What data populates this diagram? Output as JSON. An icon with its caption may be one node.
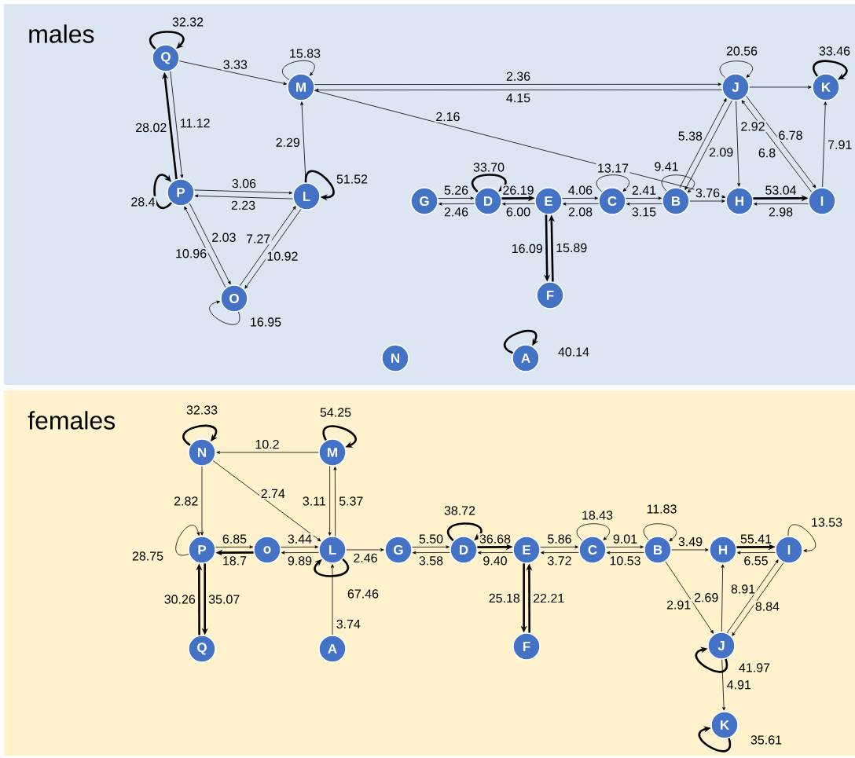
{
  "diagram": {
    "nodes": [
      {
        "text": [
          "males"
        ]
      },
      {
        "text": [
          "Q"
        ],
        "in": 0
      },
      {
        "text": [
          "M"
        ],
        "in": 0
      },
      {
        "text": [
          "J"
        ],
        "in": 0
      },
      {
        "text": [
          "K"
        ],
        "in": 0
      },
      {
        "text": [
          "P"
        ],
        "in": 0
      },
      {
        "text": [
          "L"
        ],
        "in": 0
      },
      {
        "text": [
          "G"
        ],
        "in": 0
      },
      {
        "text": [
          "D"
        ],
        "in": 0
      },
      {
        "text": [
          "E"
        ],
        "in": 0
      },
      {
        "text": [
          "C"
        ],
        "in": 0
      },
      {
        "text": [
          "B"
        ],
        "in": 0
      },
      {
        "text": [
          "H"
        ],
        "in": 0
      },
      {
        "text": [
          "I"
        ],
        "in": 0
      },
      {
        "text": [
          "O"
        ],
        "in": 0
      },
      {
        "text": [
          "F"
        ],
        "in": 0
      },
      {
        "text": [
          "N"
        ],
        "in": 0
      },
      {
        "text": [
          "A"
        ],
        "in": 0
      },
      {
        "text": [
          "females"
        ]
      },
      {
        "text": [
          "N"
        ],
        "in": 18
      },
      {
        "text": [
          "M"
        ],
        "in": 18
      },
      {
        "text": [
          "P"
        ],
        "in": 18
      },
      {
        "text": [
          "o"
        ],
        "in": 18
      },
      {
        "text": [
          "L"
        ],
        "in": 18
      },
      {
        "text": [
          "G"
        ],
        "in": 18
      },
      {
        "text": [
          "D"
        ],
        "in": 18
      },
      {
        "text": [
          "E"
        ],
        "in": 18
      },
      {
        "text": [
          "C"
        ],
        "in": 18
      },
      {
        "text": [
          "B"
        ],
        "in": 18
      },
      {
        "text": [
          "H"
        ],
        "in": 18
      },
      {
        "text": [
          "I"
        ],
        "in": 18
      },
      {
        "text": [
          "Q"
        ],
        "in": 18
      },
      {
        "text": [
          "A"
        ],
        "in": 18
      },
      {
        "text": [
          "F"
        ],
        "in": 18
      },
      {
        "text": [
          "J"
        ],
        "in": 18
      },
      {
        "text": [
          "K"
        ],
        "in": 18
      }
    ],
    "edges": [
      {
        "from": 1,
        "to": 1,
        "arrow": "to",
        "label": "32.32",
        "style": "thick"
      },
      {
        "from": 1,
        "to": 2,
        "arrow": "to",
        "label": "3.33"
      },
      {
        "from": 2,
        "to": 2,
        "arrow": "to",
        "label": "15.83"
      },
      {
        "from": 2,
        "to": 3,
        "arrow": "to",
        "label": "2.36"
      },
      {
        "from": 3,
        "to": 2,
        "arrow": "to",
        "label": "4.15"
      },
      {
        "from": 2,
        "to": 12,
        "arrow": "to",
        "label": "2.16"
      },
      {
        "from": 5,
        "to": 1,
        "arrow": "to",
        "label": "28.02",
        "style": "thick"
      },
      {
        "from": 1,
        "to": 5,
        "arrow": "to",
        "label": "11.12"
      },
      {
        "from": 5,
        "to": 5,
        "arrow": "to",
        "label": "28.4",
        "style": "thick"
      },
      {
        "from": 5,
        "to": 6,
        "arrow": "to",
        "label": "3.06"
      },
      {
        "from": 6,
        "to": 5,
        "arrow": "to",
        "label": "2.23"
      },
      {
        "from": 6,
        "to": 6,
        "arrow": "to",
        "label": "51.52",
        "style": "thick"
      },
      {
        "from": 6,
        "to": 2,
        "arrow": "to",
        "label": "2.29"
      },
      {
        "from": 5,
        "to": 14,
        "arrow": "to",
        "label": "2.03"
      },
      {
        "from": 14,
        "to": 5,
        "arrow": "to",
        "label": "10.96"
      },
      {
        "from": 14,
        "to": 6,
        "arrow": "to",
        "label": "7.27"
      },
      {
        "from": 6,
        "to": 14,
        "arrow": "to",
        "label": "10.92"
      },
      {
        "from": 14,
        "to": 14,
        "arrow": "to",
        "label": "16.95"
      },
      {
        "from": 7,
        "to": 8,
        "arrow": "to",
        "label": "5.26"
      },
      {
        "from": 8,
        "to": 7,
        "arrow": "to",
        "label": "2.46"
      },
      {
        "from": 8,
        "to": 8,
        "arrow": "to",
        "label": "33.70",
        "style": "thick"
      },
      {
        "from": 8,
        "to": 9,
        "arrow": "to",
        "label": "26.19",
        "style": "thick"
      },
      {
        "from": 9,
        "to": 8,
        "arrow": "to",
        "label": "6.00"
      },
      {
        "from": 9,
        "to": 10,
        "arrow": "to",
        "label": "4.06"
      },
      {
        "from": 10,
        "to": 9,
        "arrow": "to",
        "label": "2.08"
      },
      {
        "from": 10,
        "to": 10,
        "arrow": "to",
        "label": "13.17"
      },
      {
        "from": 10,
        "to": 11,
        "arrow": "to",
        "label": "2.41"
      },
      {
        "from": 11,
        "to": 10,
        "arrow": "to",
        "label": "3.15"
      },
      {
        "from": 11,
        "to": 11,
        "arrow": "to",
        "label": "9.41"
      },
      {
        "from": 11,
        "to": 12,
        "arrow": "to",
        "label": "3.76"
      },
      {
        "from": 12,
        "to": 13,
        "arrow": "to",
        "label": "53.04",
        "style": "thick"
      },
      {
        "from": 13,
        "to": 12,
        "arrow": "to",
        "label": "2.98"
      },
      {
        "from": 11,
        "to": 3,
        "arrow": "to",
        "label": "5.38"
      },
      {
        "from": 3,
        "to": 11,
        "arrow": "to",
        "label": "2.09"
      },
      {
        "from": 3,
        "to": 12,
        "arrow": "to",
        "label": "2.92"
      },
      {
        "from": 3,
        "to": 13,
        "arrow": "to",
        "label": "6.78"
      },
      {
        "from": 13,
        "to": 3,
        "arrow": "to",
        "label": "6.8"
      },
      {
        "from": 3,
        "to": 3,
        "arrow": "to",
        "label": "20.56"
      },
      {
        "from": 3,
        "to": 4,
        "arrow": "to"
      },
      {
        "from": 4,
        "to": 4,
        "arrow": "to",
        "label": "33.46",
        "style": "thick"
      },
      {
        "from": 13,
        "to": 4,
        "arrow": "to",
        "label": "7.91"
      },
      {
        "from": 9,
        "to": 15,
        "arrow": "to",
        "label": "16.09",
        "style": "thick"
      },
      {
        "from": 15,
        "to": 9,
        "arrow": "to",
        "label": "15.89",
        "style": "thick"
      },
      {
        "from": 17,
        "to": 17,
        "arrow": "to",
        "label": "40.14",
        "style": "thick"
      },
      {
        "from": 19,
        "to": 19,
        "arrow": "to",
        "label": "32.33",
        "style": "thick"
      },
      {
        "from": 20,
        "to": 20,
        "arrow": "to",
        "label": "54.25",
        "style": "thick"
      },
      {
        "from": 20,
        "to": 19,
        "arrow": "to",
        "label": "10.2"
      },
      {
        "from": 19,
        "to": 21,
        "arrow": "to",
        "label": "2.82"
      },
      {
        "from": 19,
        "to": 23,
        "arrow": "to",
        "label": "2.74"
      },
      {
        "from": 20,
        "to": 23,
        "arrow": "to",
        "label": "3.11"
      },
      {
        "from": 23,
        "to": 20,
        "arrow": "to",
        "label": "5.37"
      },
      {
        "from": 21,
        "to": 21,
        "arrow": "to",
        "label": "28.75"
      },
      {
        "from": 21,
        "to": 22,
        "arrow": "to",
        "label": "6.85"
      },
      {
        "from": 22,
        "to": 21,
        "arrow": "to",
        "label": "18.7",
        "style": "thick"
      },
      {
        "from": 22,
        "to": 23,
        "arrow": "to",
        "label": "3.44"
      },
      {
        "from": 23,
        "to": 22,
        "arrow": "to",
        "label": "9.89"
      },
      {
        "from": 23,
        "to": 23,
        "arrow": "to",
        "label": "67.46",
        "style": "thick"
      },
      {
        "from": 23,
        "to": 24,
        "arrow": "to",
        "label": "2.46"
      },
      {
        "from": 32,
        "to": 23,
        "arrow": "to",
        "label": "3.74"
      },
      {
        "from": 31,
        "to": 21,
        "arrow": "to",
        "label": "30.26",
        "style": "thick"
      },
      {
        "from": 21,
        "to": 31,
        "arrow": "to",
        "label": "35.07",
        "style": "thick"
      },
      {
        "from": 24,
        "to": 25,
        "arrow": "to",
        "label": "5.50"
      },
      {
        "from": 25,
        "to": 24,
        "arrow": "to",
        "label": "3.58"
      },
      {
        "from": 25,
        "to": 25,
        "arrow": "to",
        "label": "38.72",
        "style": "thick"
      },
      {
        "from": 25,
        "to": 26,
        "arrow": "to",
        "label": "36.68",
        "style": "thick"
      },
      {
        "from": 26,
        "to": 25,
        "arrow": "to",
        "label": "9.40"
      },
      {
        "from": 26,
        "to": 27,
        "arrow": "to",
        "label": "5.86"
      },
      {
        "from": 27,
        "to": 26,
        "arrow": "to",
        "label": "3.72"
      },
      {
        "from": 27,
        "to": 27,
        "arrow": "to",
        "label": "18.43"
      },
      {
        "from": 27,
        "to": 28,
        "arrow": "to",
        "label": "9.01"
      },
      {
        "from": 28,
        "to": 27,
        "arrow": "to",
        "label": "10.53"
      },
      {
        "from": 28,
        "to": 28,
        "arrow": "to",
        "label": "11.83"
      },
      {
        "from": 28,
        "to": 29,
        "arrow": "to",
        "label": "3.49"
      },
      {
        "from": 29,
        "to": 30,
        "arrow": "to",
        "label": "55.41",
        "style": "thick"
      },
      {
        "from": 30,
        "to": 29,
        "arrow": "to",
        "label": "6.55"
      },
      {
        "from": 30,
        "to": 30,
        "arrow": "to",
        "label": "13.53"
      },
      {
        "from": 28,
        "to": 34,
        "arrow": "to",
        "label": "2.91"
      },
      {
        "from": 34,
        "to": 29,
        "arrow": "to",
        "label": "2.69"
      },
      {
        "from": 34,
        "to": 30,
        "arrow": "to",
        "label": "8.91"
      },
      {
        "from": 30,
        "to": 34,
        "arrow": "to",
        "label": "8.84"
      },
      {
        "from": 34,
        "to": 34,
        "arrow": "to",
        "label": "41.97",
        "style": "thick"
      },
      {
        "from": 34,
        "to": 35,
        "arrow": "to",
        "label": "4.91"
      },
      {
        "from": 35,
        "to": 35,
        "arrow": "to",
        "label": "35.61",
        "style": "thick"
      },
      {
        "from": 26,
        "to": 33,
        "arrow": "to",
        "label": "25.18",
        "style": "thick"
      },
      {
        "from": 33,
        "to": 26,
        "arrow": "to",
        "label": "22.21",
        "style": "thick"
      }
    ]
  }
}
